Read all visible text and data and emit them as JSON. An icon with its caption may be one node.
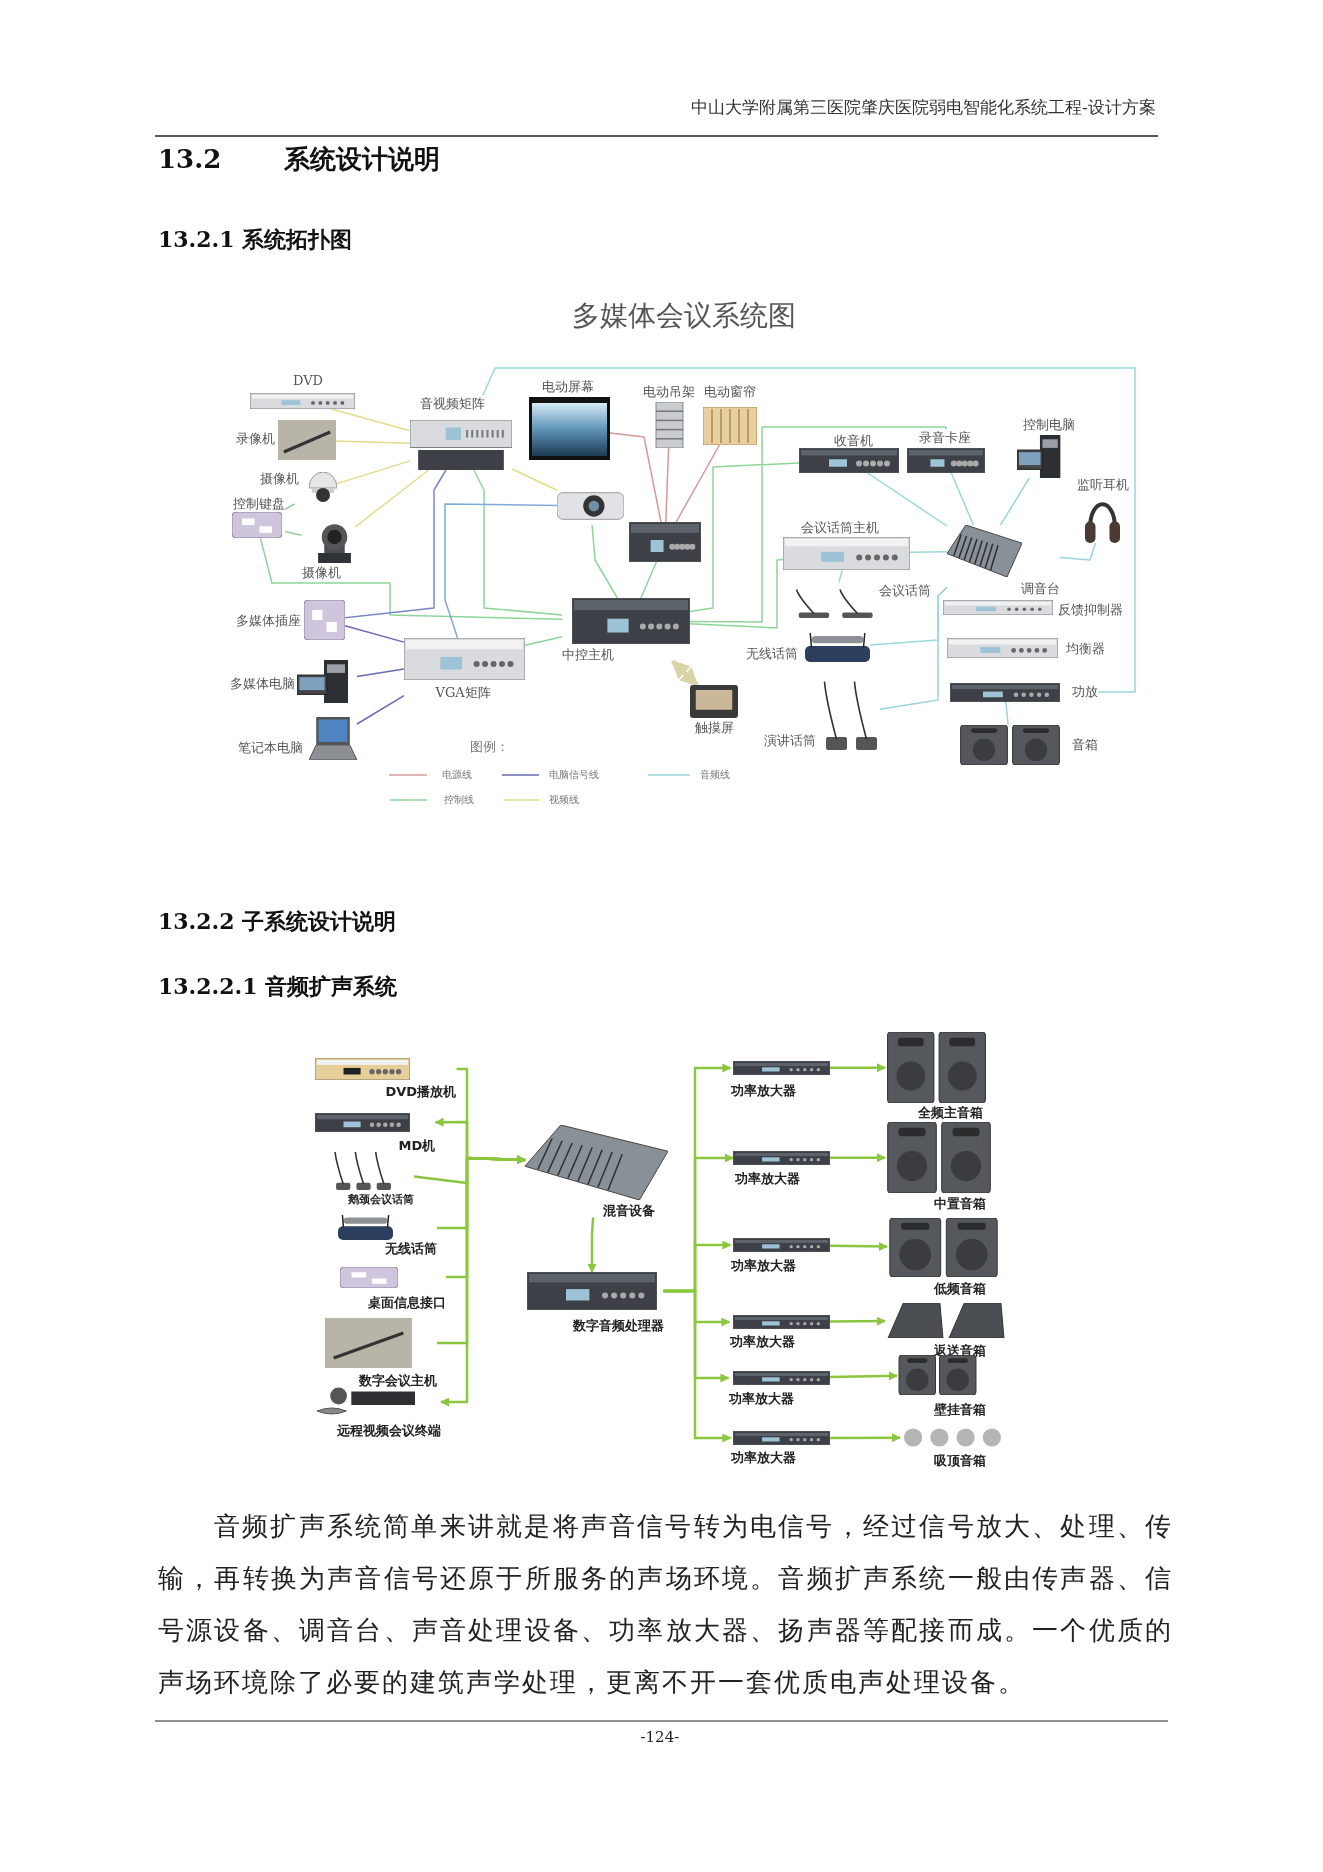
{
  "diagram": {
    "title": "多媒体会议系统图",
    "nodes": [
      {
        "text": [
          "DVD"
        ]
      },
      {
        "text": [
          "录像机"
        ]
      },
      {
        "text": [
          "摄像机"
        ]
      },
      {
        "text": [
          "控制键盘"
        ]
      },
      {
        "text": [
          "摄像机"
        ]
      },
      {
        "text": [
          "音视频矩阵"
        ]
      },
      {
        "text": [
          "电动屏幕"
        ]
      },
      {
        "text": [
          "电动吊架"
        ]
      },
      {
        "text": [
          "电动窗帘"
        ]
      },
      {
        "text": [],
        "shape": "picture"
      },
      {
        "text": [],
        "shape": "picture"
      },
      {
        "text": [
          "收音机"
        ]
      },
      {
        "text": [
          "录音卡座"
        ]
      },
      {
        "text": [
          "控制电脑"
        ]
      },
      {
        "text": [
          "监听耳机"
        ]
      },
      {
        "text": [
          "会议话筒主机"
        ]
      },
      {
        "text": [
          "调音台"
        ]
      },
      {
        "text": [
          "会议话筒"
        ]
      },
      {
        "text": [
          "反馈抑制器"
        ]
      },
      {
        "text": [
          "均衡器"
        ]
      },
      {
        "text": [
          "功放"
        ]
      },
      {
        "text": [
          "音箱"
        ]
      },
      {
        "text": [
          "无线话筒"
        ]
      },
      {
        "text": [
          "演讲话筒"
        ]
      },
      {
        "text": [
          "中控主机"
        ]
      },
      {
        "text": [
          "触摸屏"
        ]
      },
      {
        "text": [
          "VGA矩阵"
        ]
      },
      {
        "text": [
          "多媒体插座"
        ]
      },
      {
        "text": [
          "多媒体电脑"
        ]
      },
      {
        "text": [
          "笔记本电脑"
        ]
      },
      {
        "text": [
          "DVD播放机"
        ]
      },
      {
        "text": [
          "MD机"
        ]
      },
      {
        "text": [
          "鹅颈会议话筒"
        ]
      },
      {
        "text": [
          "无线话筒"
        ]
      },
      {
        "text": [
          "桌面信息接口"
        ]
      },
      {
        "text": [
          "数字会议主机"
        ]
      },
      {
        "text": [
          "远程视频会议终端"
        ]
      },
      {
        "text": [
          "混音设备"
        ]
      },
      {
        "text": [
          "数字音频处理器"
        ]
      },
      {
        "text": [
          "功率放大器"
        ]
      },
      {
        "text": [
          "功率放大器"
        ]
      },
      {
        "text": [
          "功率放大器"
        ]
      },
      {
        "text": [
          "功率放大器"
        ]
      },
      {
        "text": [
          "功率放大器"
        ]
      },
      {
        "text": [
          "功率放大器"
        ]
      },
      {
        "text": [
          "全频主音箱"
        ]
      },
      {
        "text": [
          "中置音箱"
        ]
      },
      {
        "text": [
          "低频音箱"
        ]
      },
      {
        "text": [
          "返送音箱"
        ]
      },
      {
        "text": [
          "壁挂音箱"
        ]
      },
      {
        "text": [
          "吸顶音箱"
        ]
      }
    ],
    "edges": [
      {
        "from": 0,
        "to": 5,
        "arrow": "none",
        "color": "#e3dc8c"
      },
      {
        "from": 1,
        "to": 5,
        "arrow": "none",
        "color": "#e3dc8c"
      },
      {
        "from": 2,
        "to": 5,
        "arrow": "none",
        "color": "#e3dc8c"
      },
      {
        "from": 4,
        "to": 5,
        "arrow": "none",
        "color": "#e3dc8c"
      },
      {
        "from": 3,
        "to": 2,
        "arrow": "none",
        "color": "#8fd49a"
      },
      {
        "from": 3,
        "to": 4,
        "arrow": "none",
        "color": "#8fd49a"
      },
      {
        "from": 3,
        "to": 24,
        "arrow": "none",
        "color": "#8fd49a"
      },
      {
        "from": 5,
        "to": 9,
        "arrow": "none",
        "color": "#e3dc8c"
      },
      {
        "from": 5,
        "to": 27,
        "arrow": "none",
        "color": "#7b86c8"
      },
      {
        "from": 5,
        "to": 24,
        "arrow": "none",
        "color": "#8fd49a"
      },
      {
        "from": 5,
        "to": 20,
        "arrow": "none",
        "color": "#9ad6dc"
      },
      {
        "from": 26,
        "to": 9,
        "arrow": "none",
        "color": "#7fa9d6"
      },
      {
        "from": 27,
        "to": 26,
        "arrow": "none",
        "color": "#6a6ab4"
      },
      {
        "from": 28,
        "to": 26,
        "arrow": "none",
        "color": "#6a6ab4"
      },
      {
        "from": 29,
        "to": 26,
        "arrow": "none",
        "color": "#6a6ab4"
      },
      {
        "from": 26,
        "to": 24,
        "arrow": "none",
        "color": "#8fd49a"
      },
      {
        "from": 9,
        "to": 24,
        "arrow": "none",
        "color": "#8fd49a"
      },
      {
        "from": 6,
        "to": 10,
        "arrow": "none",
        "color": "#d4999a"
      },
      {
        "from": 7,
        "to": 10,
        "arrow": "none",
        "color": "#d4999a"
      },
      {
        "from": 8,
        "to": 10,
        "arrow": "none",
        "color": "#d4999a"
      },
      {
        "from": 10,
        "to": 24,
        "arrow": "none",
        "color": "#8fd49a"
      },
      {
        "from": 24,
        "to": 11,
        "arrow": "none",
        "color": "#8fd49a"
      },
      {
        "from": 24,
        "to": 12,
        "arrow": "none",
        "color": "#8fd49a"
      },
      {
        "from": 24,
        "to": 15,
        "arrow": "none",
        "color": "#8fd49a"
      },
      {
        "from": 24,
        "to": 25,
        "arrow": "both",
        "style": "thick",
        "color": "#d8d4a8"
      },
      {
        "from": 11,
        "to": 16,
        "arrow": "none",
        "color": "#9ad6dc"
      },
      {
        "from": 12,
        "to": 16,
        "arrow": "none",
        "color": "#9ad6dc"
      },
      {
        "from": 13,
        "to": 16,
        "arrow": "none",
        "color": "#9ad6dc"
      },
      {
        "from": 14,
        "to": 16,
        "arrow": "none",
        "color": "#9ad6dc"
      },
      {
        "from": 15,
        "to": 16,
        "arrow": "none",
        "color": "#9ad6dc"
      },
      {
        "from": 17,
        "to": 15,
        "arrow": "none",
        "color": "#9ad6dc"
      },
      {
        "from": 22,
        "to": 16,
        "arrow": "none",
        "color": "#9ad6dc"
      },
      {
        "from": 23,
        "to": 16,
        "arrow": "none",
        "color": "#9ad6dc"
      },
      {
        "from": 20,
        "to": 21,
        "arrow": "none",
        "color": "#9ad6dc"
      },
      {
        "from": 30,
        "to": 37,
        "arrow": "to",
        "color": "#8cc63f"
      },
      {
        "from": 31,
        "to": 37,
        "arrow": "both",
        "color": "#8cc63f"
      },
      {
        "from": 32,
        "to": 37,
        "arrow": "to",
        "color": "#8cc63f"
      },
      {
        "from": 33,
        "to": 37,
        "arrow": "to",
        "color": "#8cc63f"
      },
      {
        "from": 34,
        "to": 37,
        "arrow": "to",
        "color": "#8cc63f"
      },
      {
        "from": 35,
        "to": 37,
        "arrow": "to",
        "color": "#8cc63f"
      },
      {
        "from": 36,
        "to": 37,
        "arrow": "both",
        "color": "#8cc63f"
      },
      {
        "from": 37,
        "to": 38,
        "arrow": "to",
        "color": "#8cc63f"
      },
      {
        "from": 38,
        "to": 39,
        "arrow": "to",
        "color": "#8cc63f"
      },
      {
        "from": 38,
        "to": 40,
        "arrow": "to",
        "color": "#8cc63f"
      },
      {
        "from": 38,
        "to": 41,
        "arrow": "to",
        "color": "#8cc63f"
      },
      {
        "from": 38,
        "to": 42,
        "arrow": "to",
        "color": "#8cc63f"
      },
      {
        "from": 38,
        "to": 43,
        "arrow": "to",
        "color": "#8cc63f"
      },
      {
        "from": 38,
        "to": 44,
        "arrow": "to",
        "color": "#8cc63f"
      },
      {
        "from": 39,
        "to": 45,
        "arrow": "to",
        "color": "#8cc63f"
      },
      {
        "from": 40,
        "to": 46,
        "arrow": "to",
        "color": "#8cc63f"
      },
      {
        "from": 41,
        "to": 47,
        "arrow": "to",
        "color": "#8cc63f"
      },
      {
        "from": 42,
        "to": 48,
        "arrow": "to",
        "color": "#8cc63f"
      },
      {
        "from": 43,
        "to": 49,
        "arrow": "to",
        "color": "#8cc63f"
      },
      {
        "from": 44,
        "to": 50,
        "arrow": "to",
        "color": "#8cc63f"
      }
    ],
    "labels": [
      "中山大学附属第三医院肇庆医院弱电智能化系统工程-设计方案",
      "13.2",
      "系统设计说明",
      "13.2.1 系统拓扑图",
      "图例：",
      "13.2.2 子系统设计说明",
      "13.2.2.1 音频扩声系统",
      "音频扩声系统简单来讲就是将声音信号转为电信号，经过信号放大、处理、传输，再转换为声音信号还原于所服务的声场环境。音频扩声系统一般由传声器、信号源设备、调音台、声音处理设备、功率放大器、扬声器等配接而成。一个优质的声场环境除了必要的建筑声学处理，更离不开一套优质电声处理设备。",
      "-124-"
    ],
    "legend": [
      {
        "text": "电源线"
      },
      {
        "text": "电脑信号线"
      },
      {
        "text": "音频线"
      },
      {
        "text": "控制线"
      },
      {
        "text": "视频线"
      }
    ]
  }
}
